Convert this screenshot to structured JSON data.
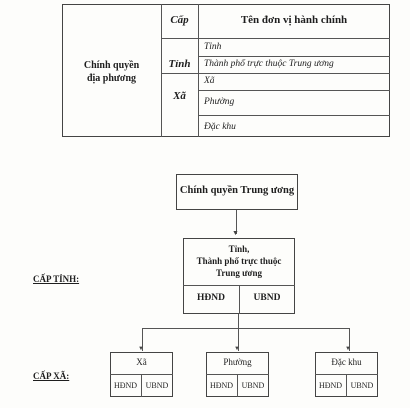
{
  "table": {
    "header_cap": "Cấp",
    "header_name": "Tên đơn vị hành chính",
    "government_line1": "Chính quyền",
    "government_line2": "địa phương",
    "level_tinh": "Tỉnh",
    "level_xa": "Xã",
    "units": [
      "Tỉnh",
      "Thành phố trực thuộc Trung ương",
      "Xã",
      "Phường",
      "Đặc khu"
    ]
  },
  "diagram": {
    "central": "Chính quyền Trung ương",
    "province_label": "CẤP TỈNH:",
    "commune_label": "CẤP XÃ:",
    "province_box": {
      "line1": "Tỉnh,",
      "line2": "Thành phố trực thuộc",
      "line3": "Trung ương",
      "left": "HĐND",
      "right": "UBND"
    },
    "communes": [
      {
        "name": "Xã",
        "left": "HĐND",
        "right": "UBND"
      },
      {
        "name": "Phường",
        "left": "HĐND",
        "right": "UBND"
      },
      {
        "name": "Đặc khu",
        "left": "HĐND",
        "right": "UBND"
      }
    ]
  }
}
